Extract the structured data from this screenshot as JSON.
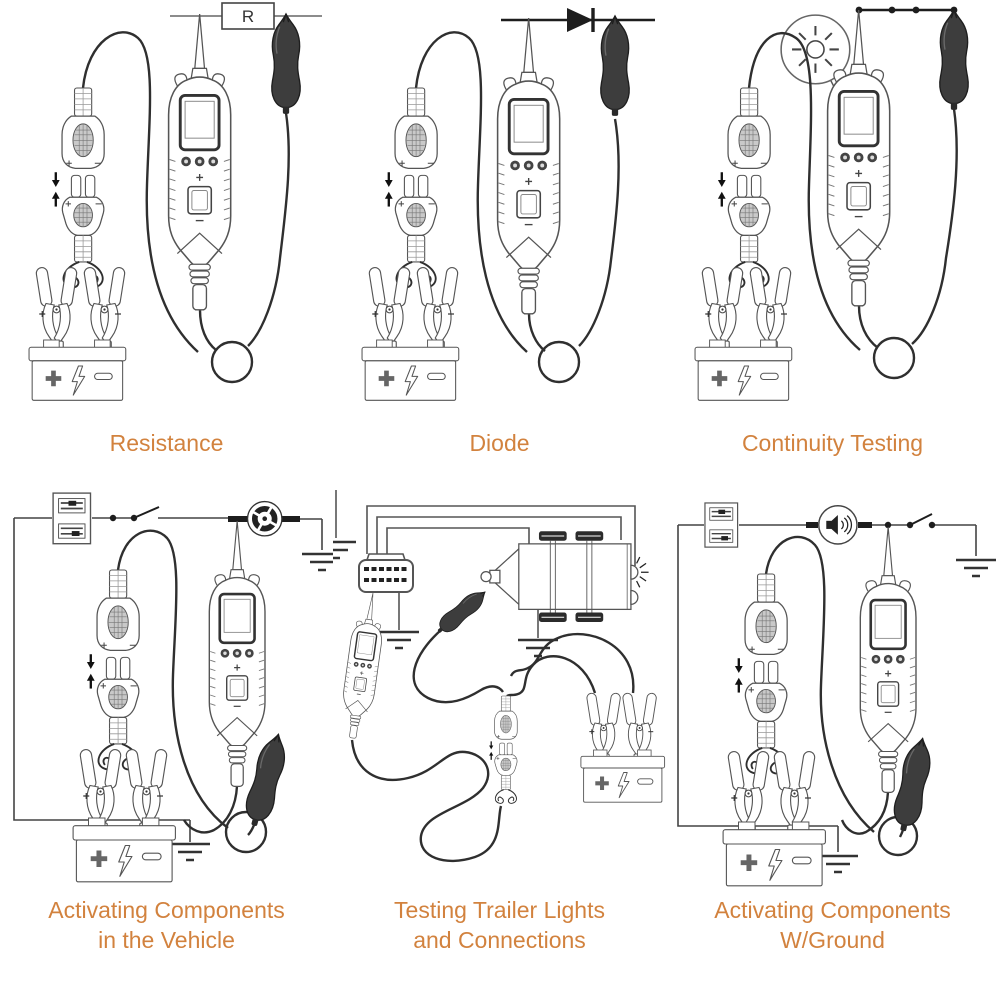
{
  "page": {
    "background": "#ffffff",
    "accent_color": "#d2823e",
    "line_color": "#555555",
    "cable_color": "#2f2f2f"
  },
  "panels": [
    {
      "id": "resistance",
      "caption_lines": [
        "Resistance"
      ],
      "component_label": "R"
    },
    {
      "id": "diode",
      "caption_lines": [
        "Diode"
      ]
    },
    {
      "id": "continuity-testing",
      "caption_lines": [
        "Continuity Testing"
      ]
    },
    {
      "id": "activating-components-in-vehicle",
      "caption_lines": [
        "Activating Components",
        "in the Vehicle"
      ]
    },
    {
      "id": "testing-trailer-lights",
      "caption_lines": [
        "Testing Trailer Lights",
        "and Connections"
      ]
    },
    {
      "id": "activating-components-w-ground",
      "caption_lines": [
        "Activating Components",
        "W/Ground"
      ]
    }
  ]
}
